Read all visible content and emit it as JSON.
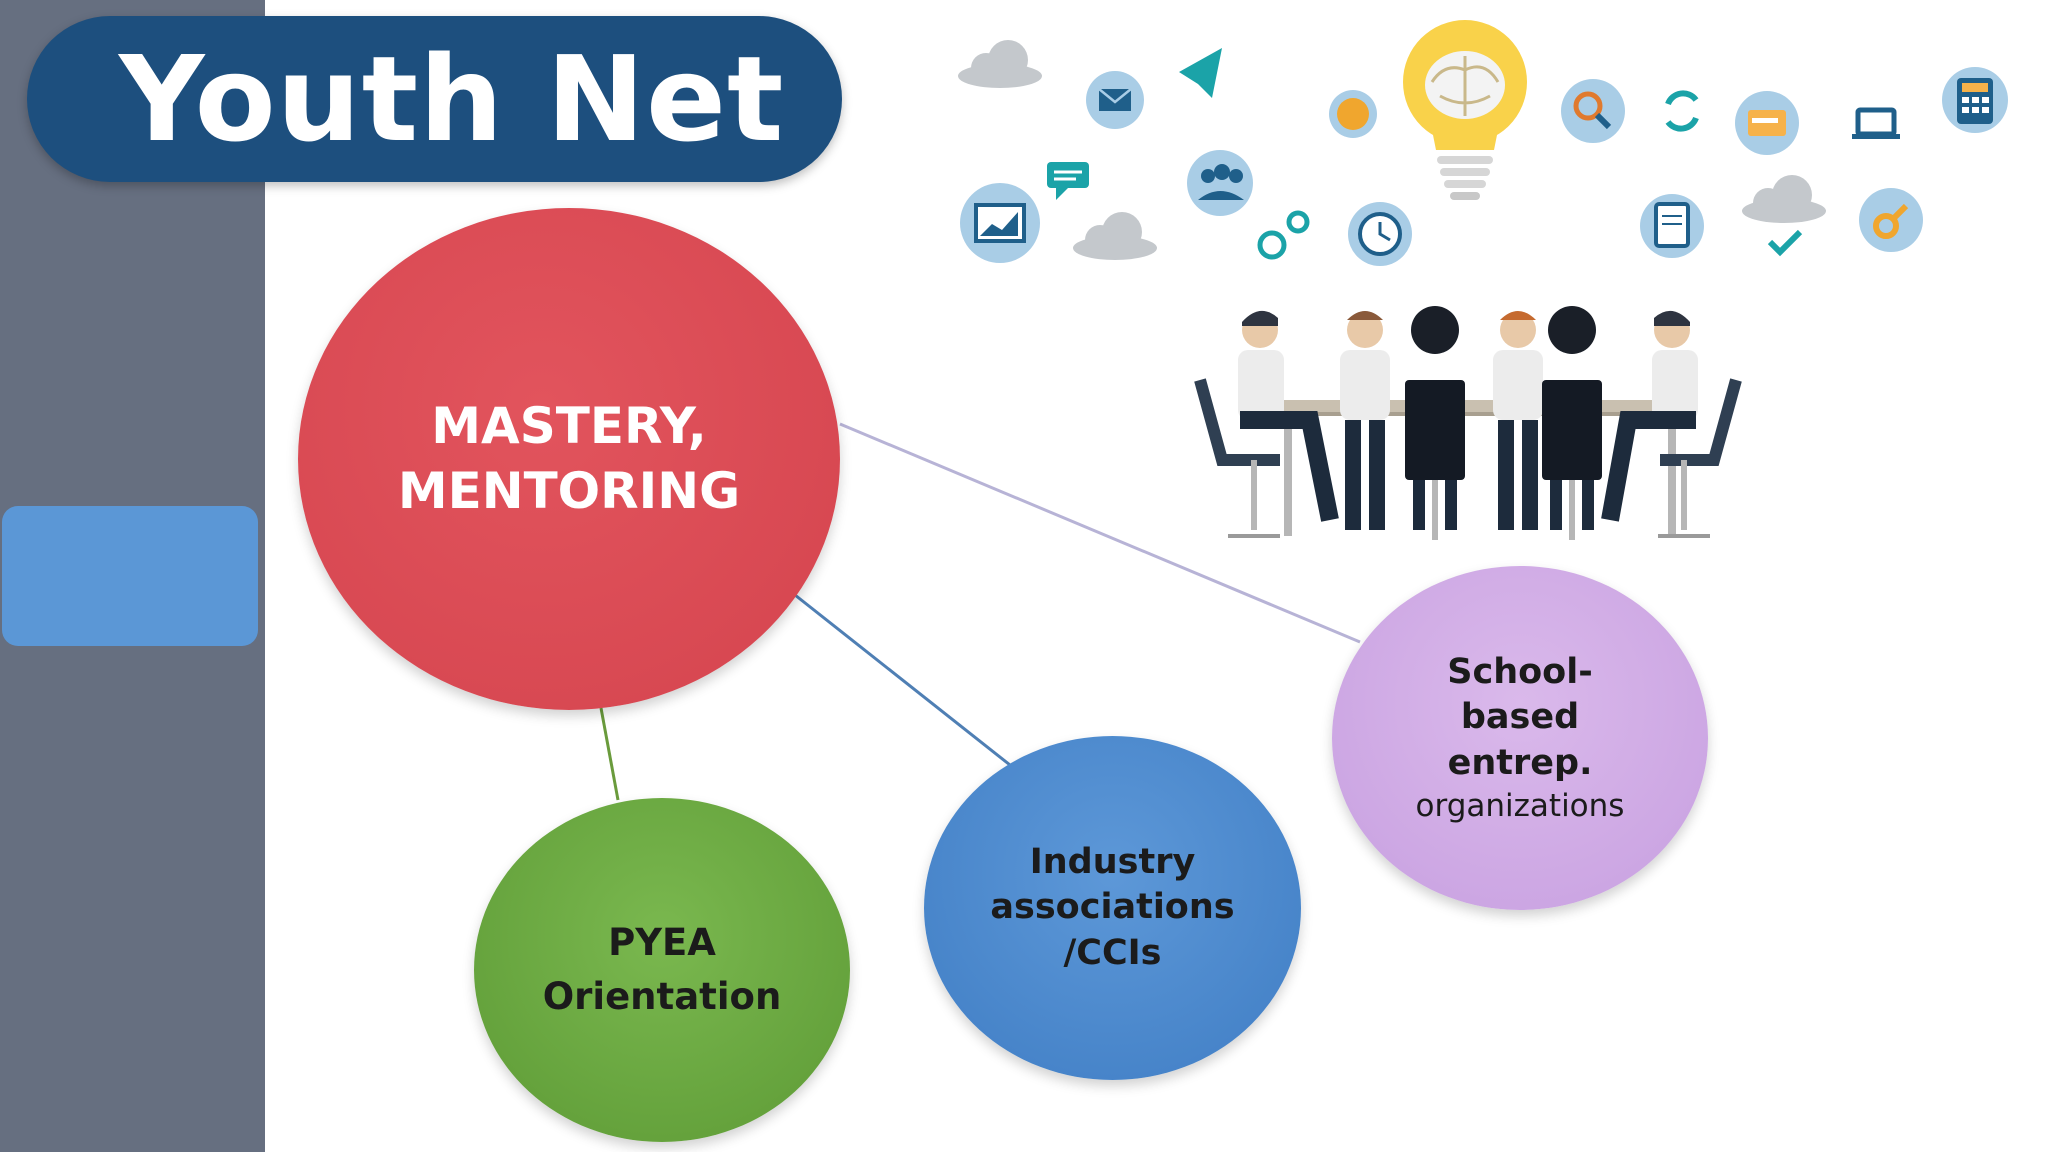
{
  "title": "Youth Net",
  "bubbles": {
    "mastery": [
      "MASTERY,",
      "MENTORING"
    ],
    "pyea": [
      "PYEA",
      "Orientation"
    ],
    "industry": [
      "Industry",
      "associations",
      "/CCIs"
    ],
    "school": [
      "School-",
      "based",
      "entrep.",
      "organizations"
    ]
  },
  "colors": {
    "title_bg": "#1d4f7e",
    "sidebar": "#666f80",
    "side_box": "#5b97d6",
    "mastery": "#d94a53",
    "pyea": "#6aa842",
    "industry": "#4a88cf",
    "school": "#cfaae6"
  },
  "illustration": {
    "icons": [
      "cloud-icon",
      "envelope-icon",
      "paper-plane-icon",
      "lightbulb-brain-icon",
      "magnifier-icon",
      "refresh-icon",
      "card-icon",
      "laptop-icon",
      "calculator-icon",
      "chart-icon",
      "chat-icon",
      "cloud-icon",
      "team-icon",
      "gears-icon",
      "clock-icon",
      "clipboard-icon",
      "cloud-check-icon",
      "wrench-icon",
      "coin-icon"
    ],
    "scene": "team-meeting-table"
  }
}
